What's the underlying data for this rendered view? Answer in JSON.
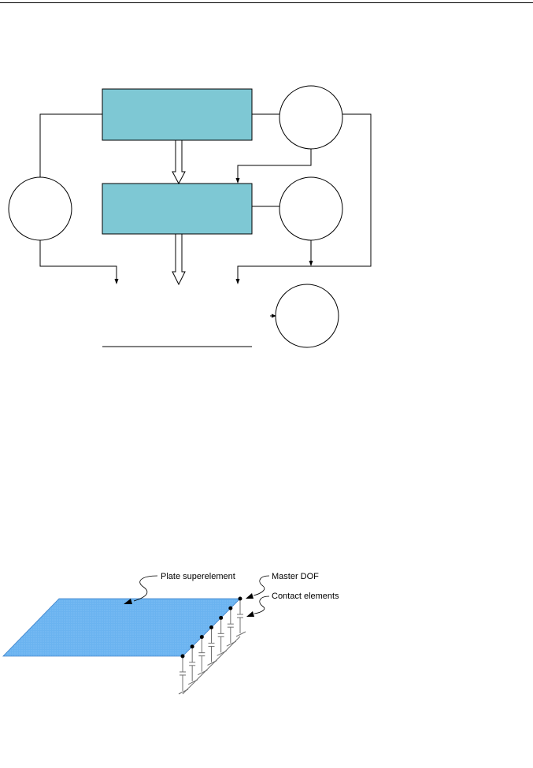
{
  "colors": {
    "box_fill": "#7ec8d4",
    "plate_fill": "#6ab3f0",
    "line": "#000000",
    "support_line": "#707070",
    "background": "#ffffff"
  },
  "flowchart": {
    "top_box_text": "",
    "middle_box_text": "",
    "result_text": ""
  },
  "plate_diagram": {
    "labels": {
      "plate": "Plate superelement",
      "master_dof": "Master DOF",
      "contact": "Contact elements"
    }
  }
}
